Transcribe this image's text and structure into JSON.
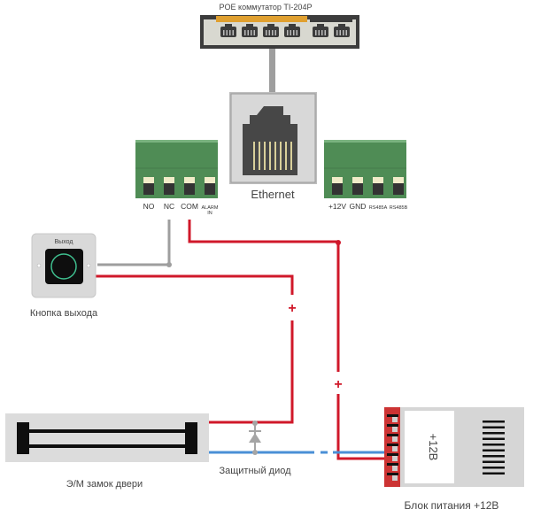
{
  "switch": {
    "title": "POE коммутатор TI-204P",
    "poe_ports": 4,
    "uplink_ports": 2
  },
  "controller": {
    "ethernet_label": "Ethernet",
    "left_terminal": [
      "NO",
      "NC",
      "COM",
      "ALARM"
    ],
    "left_terminal_sub": "IN",
    "right_terminal": [
      "+12V",
      "GND",
      "RS485A",
      "RS485B"
    ]
  },
  "exit_button": {
    "face_label": "Выход",
    "caption": "Кнопка выхода"
  },
  "lock": {
    "caption": "Э/М замок двери"
  },
  "diode": {
    "caption": "Защитный диод"
  },
  "psu": {
    "face_label": "+12В",
    "caption": "Блок питания +12В"
  },
  "wires": {
    "plus_marker": "+"
  },
  "colors": {
    "terminal_green": "#4f8c55",
    "wire_red": "#d0182a",
    "wire_blue": "#4a8fd6",
    "wire_gray": "#9e9e9e",
    "poe_orange": "#e0a030",
    "device_gray": "#dcdcdc",
    "dark": "#3c3c3c"
  }
}
